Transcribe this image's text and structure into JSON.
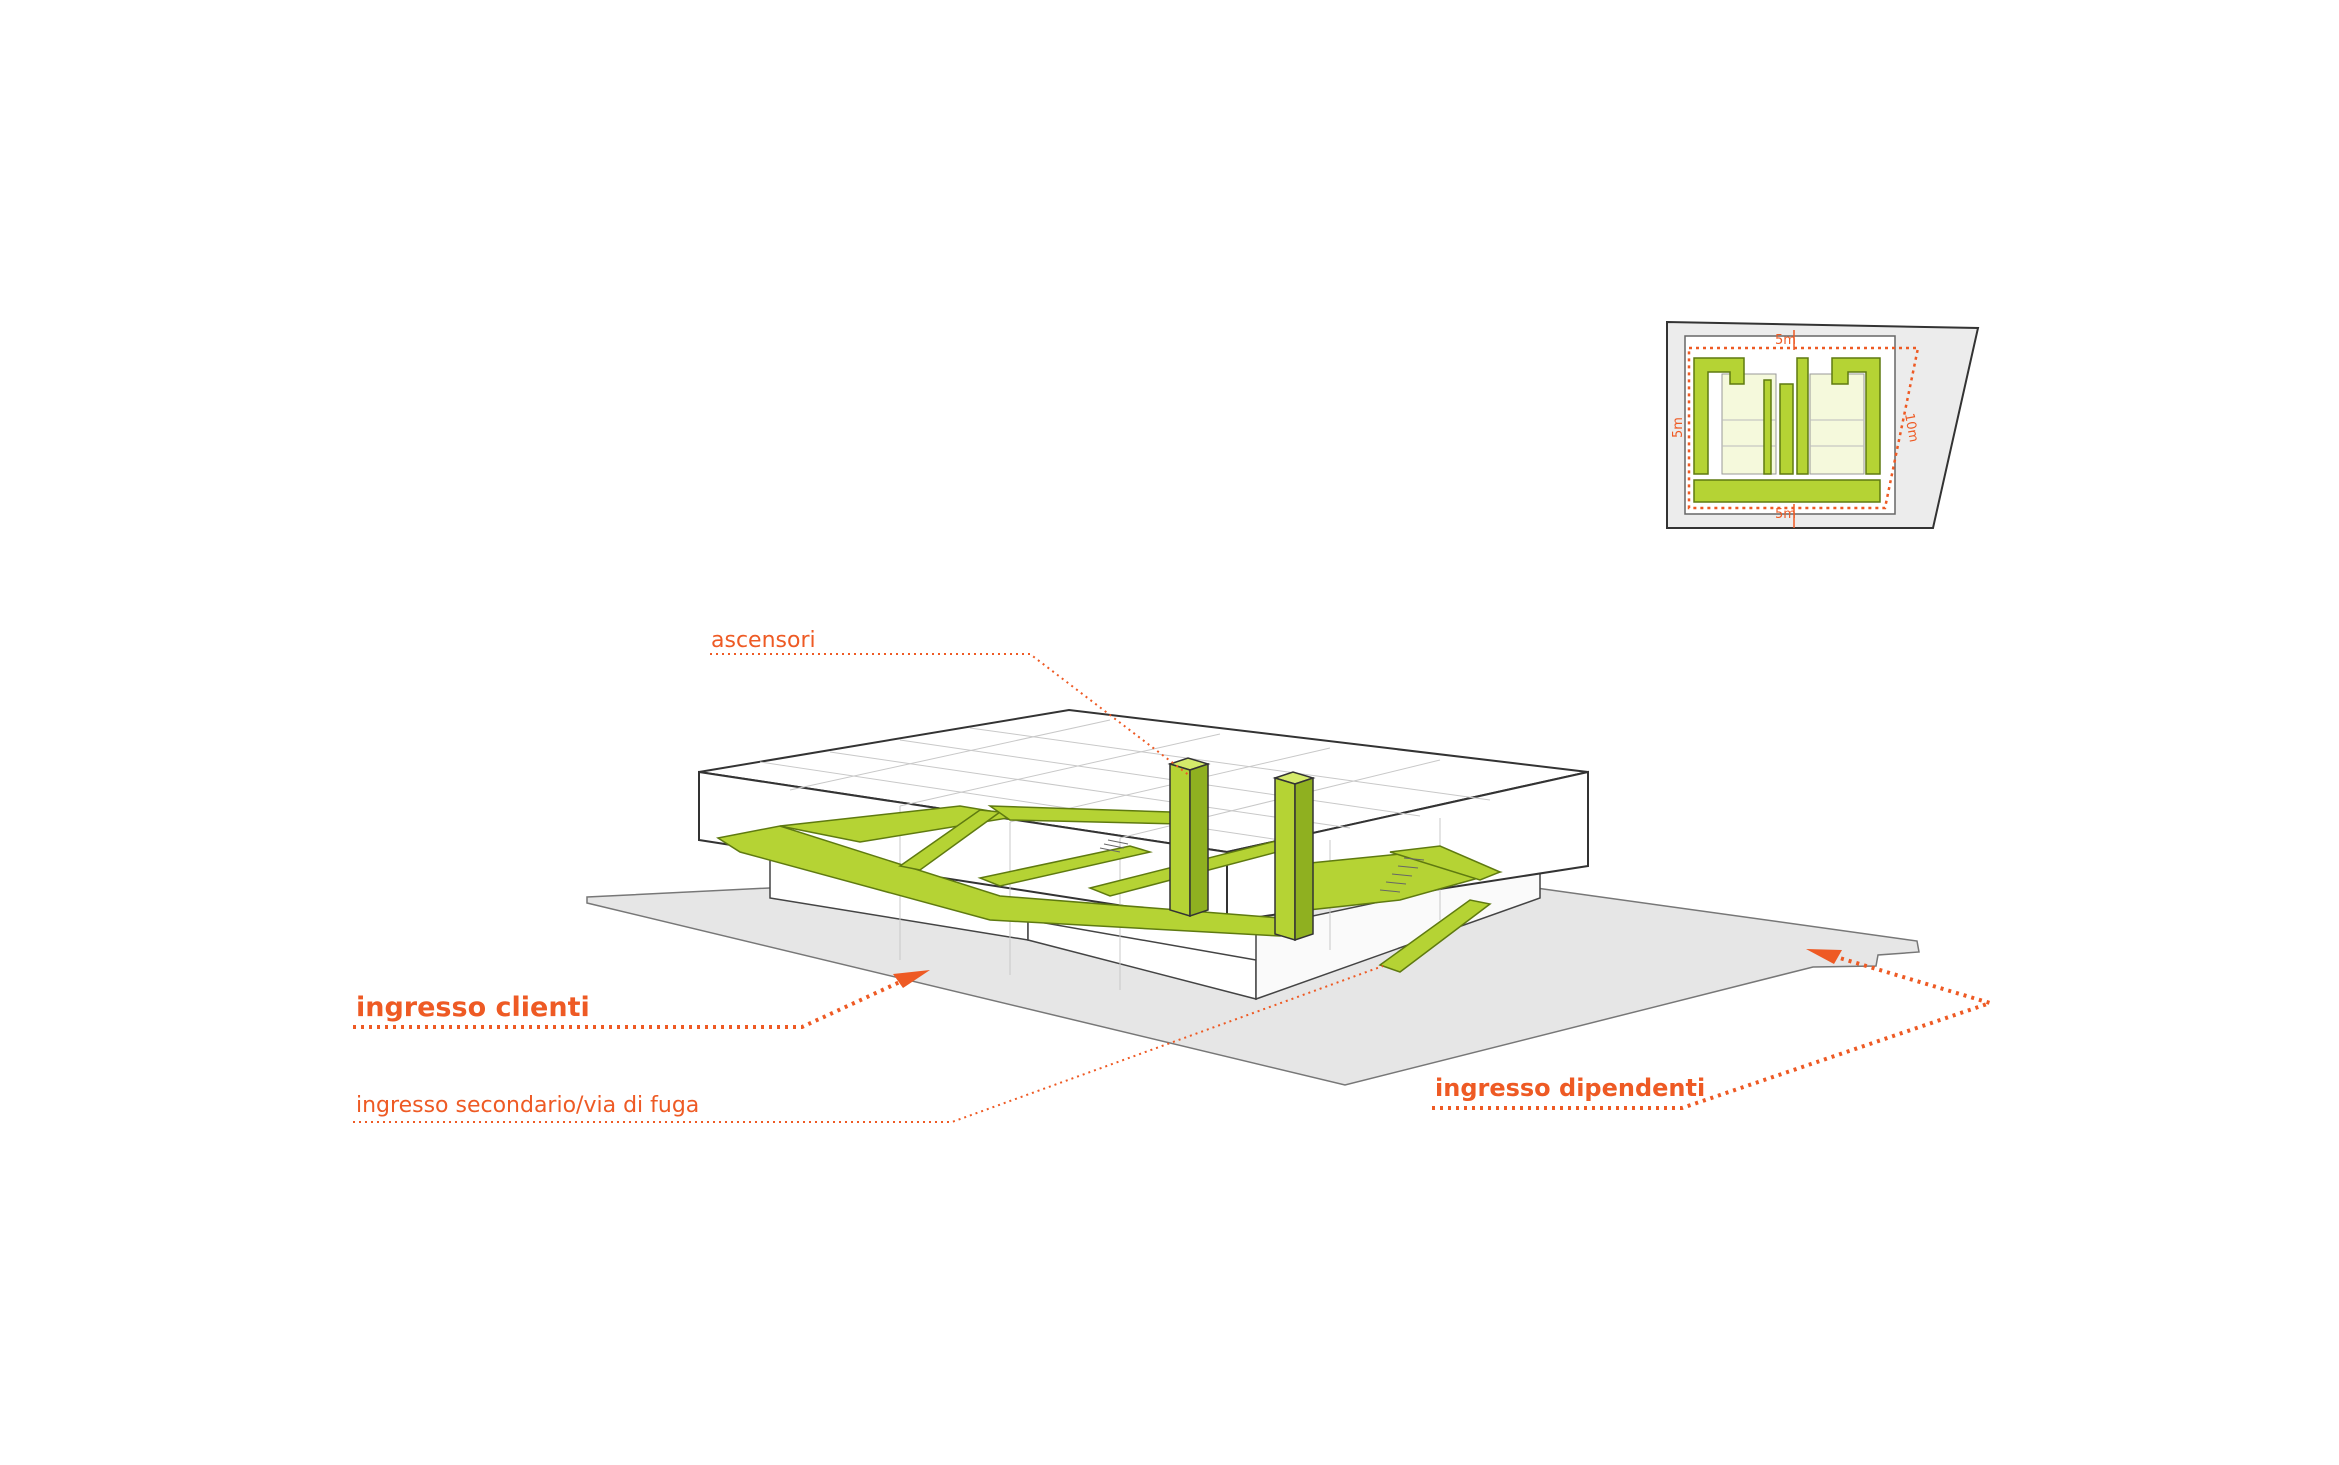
{
  "labels": {
    "elevators": "ascensori",
    "customer_entrance": "ingresso clienti",
    "secondary_entrance": "ingresso secondario/via di fuga",
    "staff_entrance": "ingresso dipendenti"
  },
  "inset_plan": {
    "dim_top": "5m",
    "dim_left": "5m",
    "dim_right": "10m",
    "dim_bottom": "5m"
  },
  "colors": {
    "accent": "#EE5A24",
    "green": "#B5D334",
    "green_dark": "#7FA11A",
    "ground": "#E6E6E6",
    "line": "#333333",
    "pale_green": "#F5F9DC"
  }
}
